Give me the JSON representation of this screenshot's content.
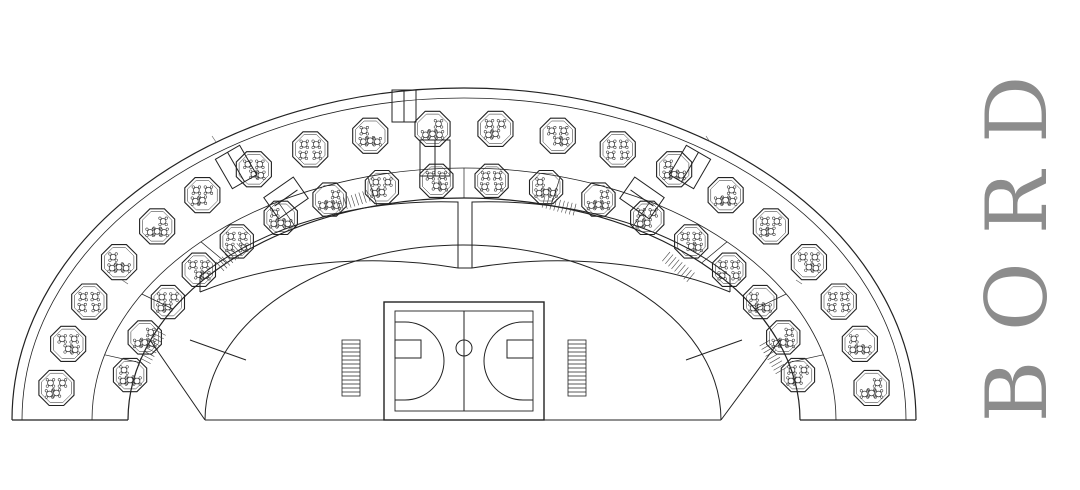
{
  "drawing": {
    "title_vertical": "BORD",
    "line_color": "#222222",
    "letter_color": "#8c8c8c",
    "background_color": "#ffffff"
  },
  "plan": {
    "outer_classrooms": 20,
    "inner_classrooms": 18,
    "stair_cores": 4,
    "bleachers": 2
  }
}
